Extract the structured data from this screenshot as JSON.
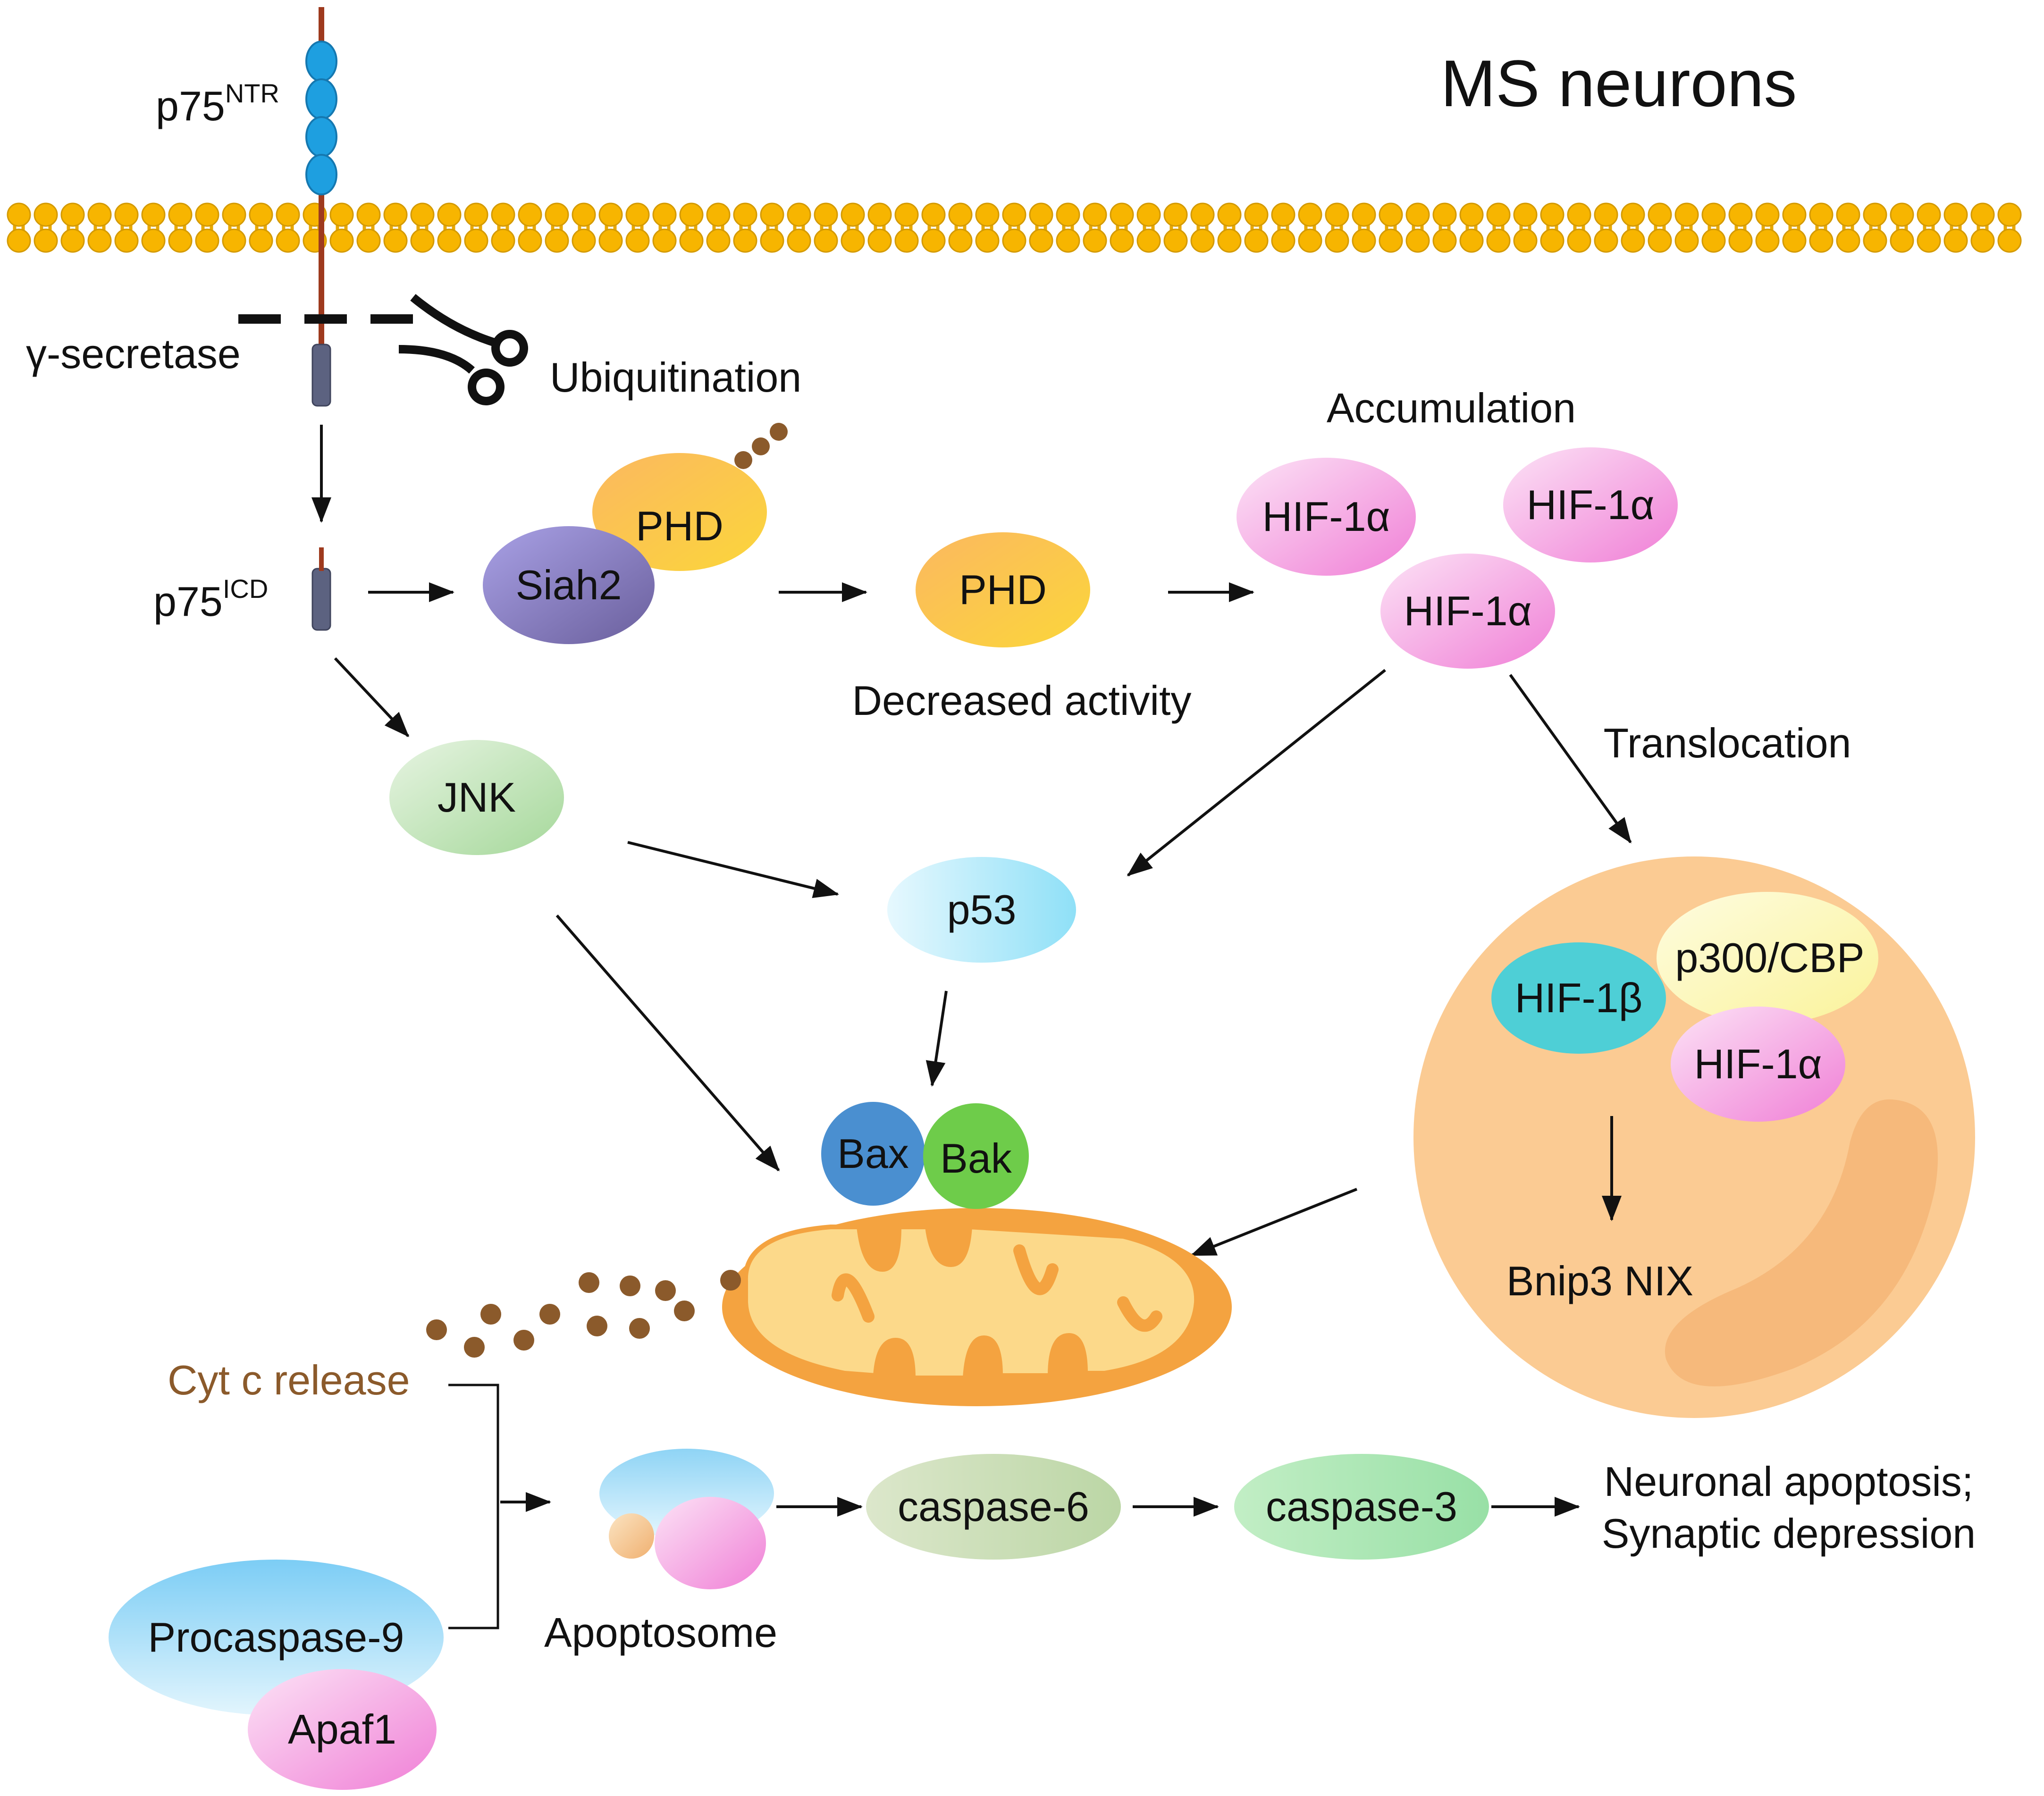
{
  "title": "MS neurons",
  "receptor": {
    "name": "p75",
    "sup": "NTR"
  },
  "icd": {
    "name": "p75",
    "sup": "ICD"
  },
  "labels": {
    "gamma_secretase": "γ-secretase",
    "ubiquitination": "Ubiquitination",
    "accumulation": "Accumulation",
    "decreased_activity": "Decreased activity",
    "translocation": "Translocation",
    "cyt_c_release": "Cyt c release",
    "apoptosome": "Apoptosome",
    "outcome_line1": "Neuronal apoptosis;",
    "outcome_line2": "Synaptic depression"
  },
  "nodes": {
    "phd_complex": "PHD",
    "siah2": "Siah2",
    "phd": "PHD",
    "hif1a_1": "HIF-1α",
    "hif1a_2": "HIF-1α",
    "hif1a_3": "HIF-1α",
    "jnk": "JNK",
    "p53": "p53",
    "bax": "Bax",
    "bak": "Bak",
    "hif1b": "HIF-1β",
    "p300cbp": "p300/CBP",
    "hif1a_nuc": "HIF-1α",
    "bnip3": "Bnip3 NIX",
    "caspase6": "caspase-6",
    "caspase3": "caspase-3",
    "procaspase9": "Procaspase-9",
    "apaf1": "Apaf1"
  },
  "colors": {
    "lipid_head": "#F7B500",
    "receptor_domain": "#1E9FE0",
    "receptor_stalk": "#9E3A1E",
    "icd": "#5C6280",
    "ubiquitin": "#8B5A2B",
    "cyt_c": "#8B5A2B",
    "cyt_c_text": "#8B5A2B",
    "mito_outer": "#F4A340",
    "mito_inner": "#FCD98A",
    "nucleus": "#FBCB93",
    "bax": "#4A8FD0",
    "bak": "#6ECC4A",
    "hif1b": "#4ECFD6",
    "p300cbp": "#FCF7A0",
    "hif1a": "#F59EE0",
    "phd": "#F7B24A",
    "siah2": "#8E84CC",
    "jnk": "#B8DDB0",
    "p53": "#A8E8FA",
    "caspase6": "#C9E0B5",
    "caspase3": "#A9E6B4",
    "procaspase9": "#8FD4F5",
    "apaf1": "#F59EE0"
  }
}
